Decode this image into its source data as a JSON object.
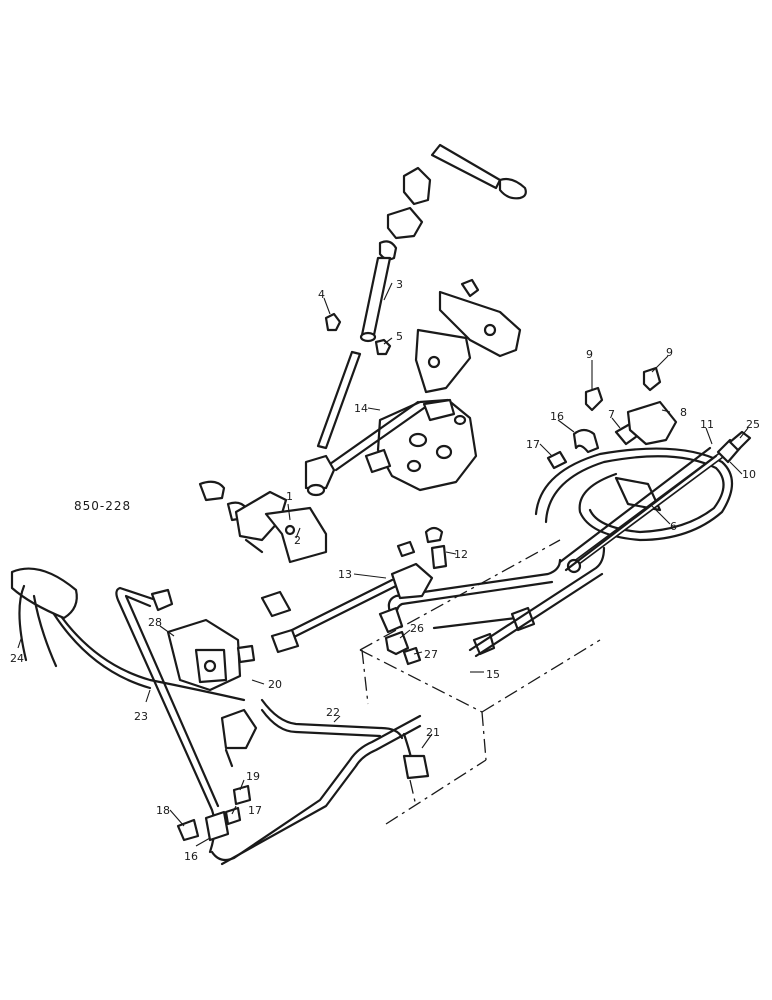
{
  "drawing_code": "850-228",
  "callouts": {
    "c1": "1",
    "c2": "2",
    "c3": "3",
    "c4": "4",
    "c5": "5",
    "c6": "6",
    "c7": "7",
    "c8": "8",
    "c9a": "9",
    "c9b": "9",
    "c10": "10",
    "c11": "11",
    "c12": "12",
    "c13": "13",
    "c14": "14",
    "c15": "15",
    "c16a": "16",
    "c16b": "16",
    "c17a": "17",
    "c17b": "17",
    "c18": "18",
    "c19": "19",
    "c20": "20",
    "c21": "21",
    "c22": "22",
    "c23": "23",
    "c24": "24",
    "c25": "25",
    "c26": "26",
    "c27": "27",
    "c28": "28"
  }
}
